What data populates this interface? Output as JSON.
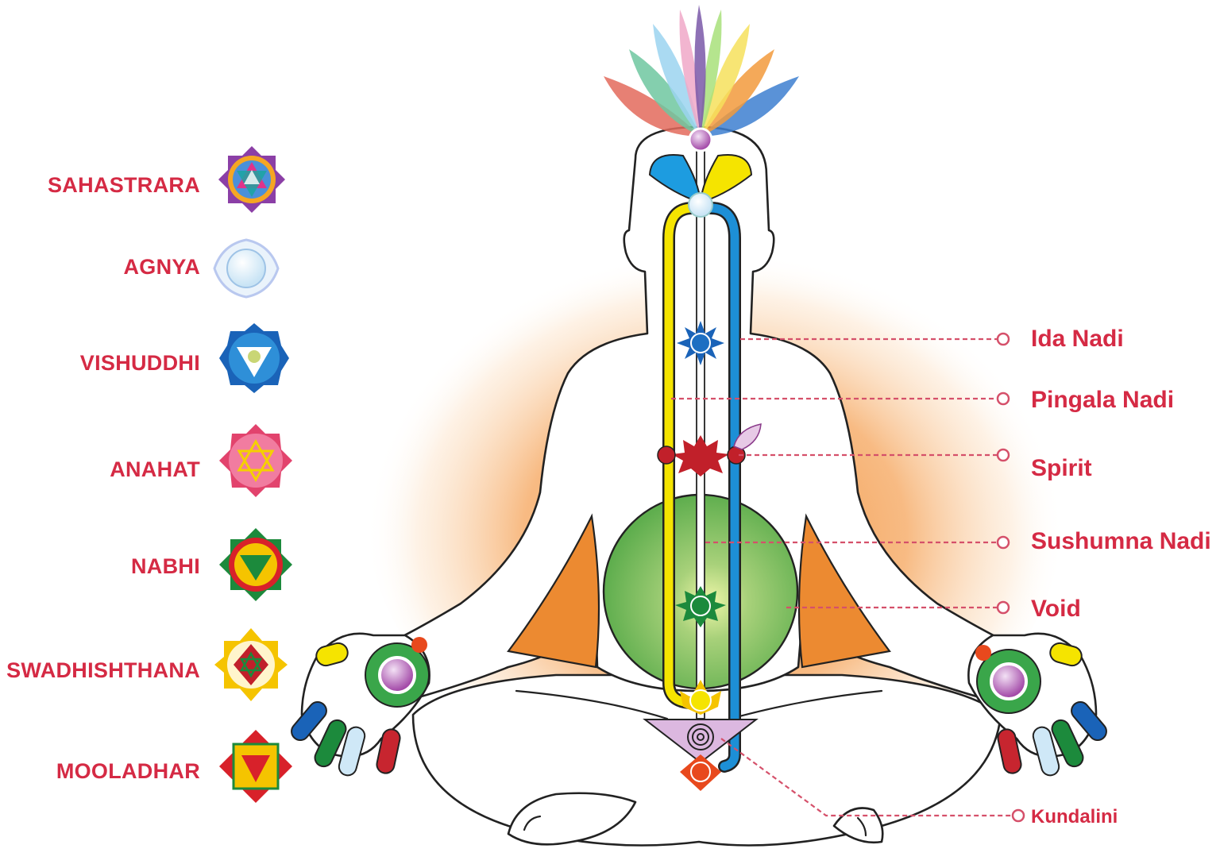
{
  "chakras": [
    {
      "label": "SAHASTRARA",
      "icon": "sahastrara-chakra-icon"
    },
    {
      "label": "AGNYA",
      "icon": "agnya-chakra-icon"
    },
    {
      "label": "VISHUDDHI",
      "icon": "vishuddhi-chakra-icon"
    },
    {
      "label": "ANAHAT",
      "icon": "anahat-chakra-icon"
    },
    {
      "label": "NABHI",
      "icon": "nabhi-chakra-icon"
    },
    {
      "label": "SWADHISHTHANA",
      "icon": "swadhishthana-chakra-icon"
    },
    {
      "label": "MOOLADHAR",
      "icon": "mooladhar-chakra-icon"
    }
  ],
  "callouts": [
    {
      "label": "Ida Nadi"
    },
    {
      "label": "Pingala Nadi"
    },
    {
      "label": "Spirit"
    },
    {
      "label": "Sushumna Nadi"
    },
    {
      "label": "Void"
    },
    {
      "label": "Kundalini"
    }
  ],
  "colors": {
    "label": "#d52a44",
    "ida_channel": "#1d8fd6",
    "pingala_channel": "#f5e400",
    "void": "#5fae4e",
    "aura": "#f08a2e"
  }
}
